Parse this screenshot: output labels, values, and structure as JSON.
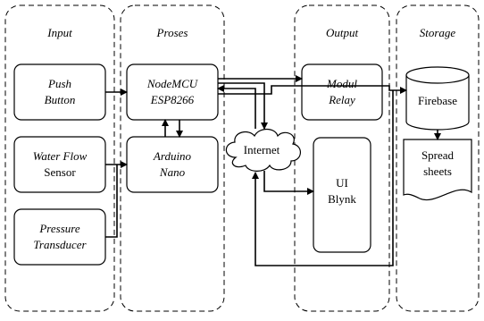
{
  "lanes": {
    "input": "Input",
    "proses": "Proses",
    "output": "Output",
    "storage": "Storage"
  },
  "nodes": {
    "push_button": [
      "Push",
      "Button"
    ],
    "water_flow": [
      "Water Flow",
      "Sensor"
    ],
    "pressure": [
      "Pressure",
      "Transducer"
    ],
    "nodemcu": [
      "NodeMCU",
      "ESP8266"
    ],
    "arduino": [
      "Arduino",
      "Nano"
    ],
    "internet": "Internet",
    "modul_relay": [
      "Modul",
      "Relay"
    ],
    "ui_blynk": [
      "UI",
      "Blynk"
    ],
    "firebase": "Firebase",
    "spreadsheets": [
      "Spread",
      "sheets"
    ]
  }
}
